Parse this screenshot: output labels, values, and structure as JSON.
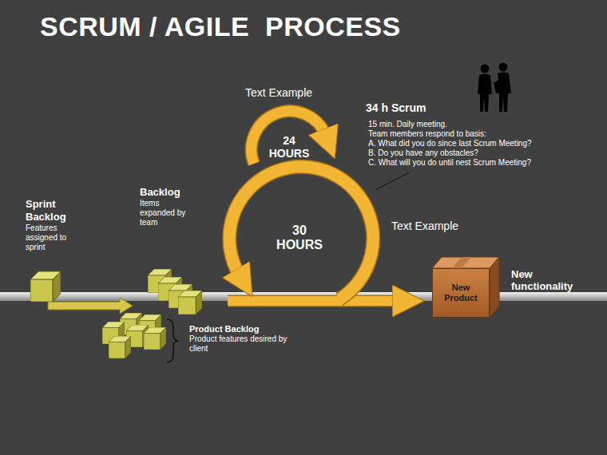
{
  "diagram": {
    "title": "SCRUM / AGILE  PROCESS",
    "nodes": [
      {
        "text": [
          "Sprint Backlog",
          "Features assigned to sprint"
        ]
      },
      {
        "text": [
          "Backlog",
          "Items expanded by team"
        ]
      },
      {
        "text": [
          "Product Backlog",
          "Product features desired by client"
        ]
      },
      {
        "text": [
          "New Product"
        ]
      }
    ],
    "labels": [
      "Text Example",
      "24 HOURS",
      "34 h Scrum",
      "15 min. Daily meeting.",
      "Team members respond to basis:",
      "A. What did you do since last Scrum Meeting?",
      "B. Do you have any obstacles?",
      "C. What will you do until nest Scrum Meeting?",
      "30 HOURS",
      "Text Example",
      "New functionality"
    ]
  }
}
